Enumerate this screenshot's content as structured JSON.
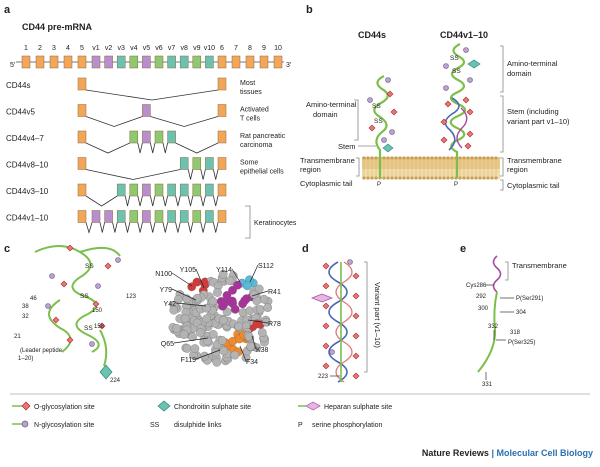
{
  "panels": {
    "a": {
      "letter": "a",
      "title": "CD44 pre-mRNA",
      "five_prime": "5′",
      "three_prime": "3′",
      "exon_labels": [
        "1",
        "2",
        "3",
        "4",
        "5",
        "v1",
        "v2",
        "v3",
        "v4",
        "v5",
        "v6",
        "v7",
        "v8",
        "v9",
        "v10",
        "6",
        "7",
        "8",
        "9",
        "10"
      ],
      "colors": {
        "constant": "#f2a65a",
        "v1": "#b88fcc",
        "v2": "#b88fcc",
        "v3": "#6cc2b0",
        "v4": "#8fc870",
        "v5": "#b88fcc",
        "v6": "#8fc870",
        "v7": "#6cc2b0",
        "v8": "#6cc2b0",
        "v9": "#8fc870",
        "v10": "#6cc2b0"
      },
      "isoforms": [
        {
          "name": "CD44s",
          "variants": [],
          "label": [
            "Most",
            "tissues"
          ]
        },
        {
          "name": "CD44v5",
          "variants": [
            "v5"
          ],
          "label": [
            "Activated",
            "T cells"
          ]
        },
        {
          "name": "CD44v4–7",
          "variants": [
            "v4",
            "v5",
            "v6",
            "v7"
          ],
          "label": [
            "Rat pancreatic",
            "carcinoma"
          ]
        },
        {
          "name": "CD44v8–10",
          "variants": [
            "v8",
            "v9",
            "v10"
          ],
          "label": [
            "Some",
            "epithelial cells"
          ]
        },
        {
          "name": "CD44v3–10",
          "variants": [
            "v3",
            "v4",
            "v5",
            "v6",
            "v7",
            "v8",
            "v9",
            "v10"
          ],
          "label": []
        },
        {
          "name": "CD44v1–10",
          "variants": [
            "v1",
            "v2",
            "v3",
            "v4",
            "v5",
            "v6",
            "v7",
            "v8",
            "v9",
            "v10"
          ],
          "label": []
        }
      ],
      "keratinocytes": "Keratinocytes"
    },
    "b": {
      "letter": "b",
      "cd44s_header": "CD44s",
      "cd44v_header": "CD44v1–10",
      "ss": "SS",
      "amino_left": [
        "Amino-terminal",
        "domain"
      ],
      "stem_left": "Stem",
      "tm_left": [
        "Transmembrane",
        "region"
      ],
      "cyto_left": "Cytoplasmic tail",
      "p_mark": "P",
      "amino_right": [
        "Amino-terminal",
        "domain"
      ],
      "stem_right": [
        "Stem (including",
        "variant part v1–10)"
      ],
      "tm_right": [
        "Transmembrane",
        "region"
      ],
      "cyto_right": "Cytoplasmic tail"
    },
    "c": {
      "letter": "c",
      "ss": "SS",
      "numbers": [
        "46",
        "38",
        "32",
        "21",
        "123",
        "150",
        "158",
        "224"
      ],
      "leader": [
        "(Leader peptide",
        "1–20)",
        ""
      ],
      "residues": [
        "Y114",
        "S112",
        "N100",
        "Y105",
        "R41",
        "Y79",
        "Y42",
        "R78",
        "Q65",
        "K38",
        "F119",
        "F34"
      ]
    },
    "d": {
      "letter": "d",
      "variant_label": "Variant part (v1–10)",
      "num": "223"
    },
    "e": {
      "letter": "e",
      "transmembrane": "Transmembrane",
      "cys": "Cys286",
      "n292": "292",
      "pser291": "P(Ser291)",
      "n300": "300",
      "n304": "304",
      "n332": "332",
      "n318": "318",
      "pser325": "P(Ser325)",
      "n331": "331"
    }
  },
  "legend": {
    "o_glyco": "O-glycosylation site",
    "chondroitin": "Chondroitin sulphate site",
    "heparan": "Heparan sulphate site",
    "n_glyco": "N-glycosylation site",
    "ss_symbol": "SS",
    "ss_text": "disulphide links",
    "p_symbol": "P",
    "p_text": "serine phosphorylation"
  },
  "footer": {
    "journal": "Nature Reviews ",
    "separator": "| ",
    "section": "Molecular Cell Biology"
  }
}
